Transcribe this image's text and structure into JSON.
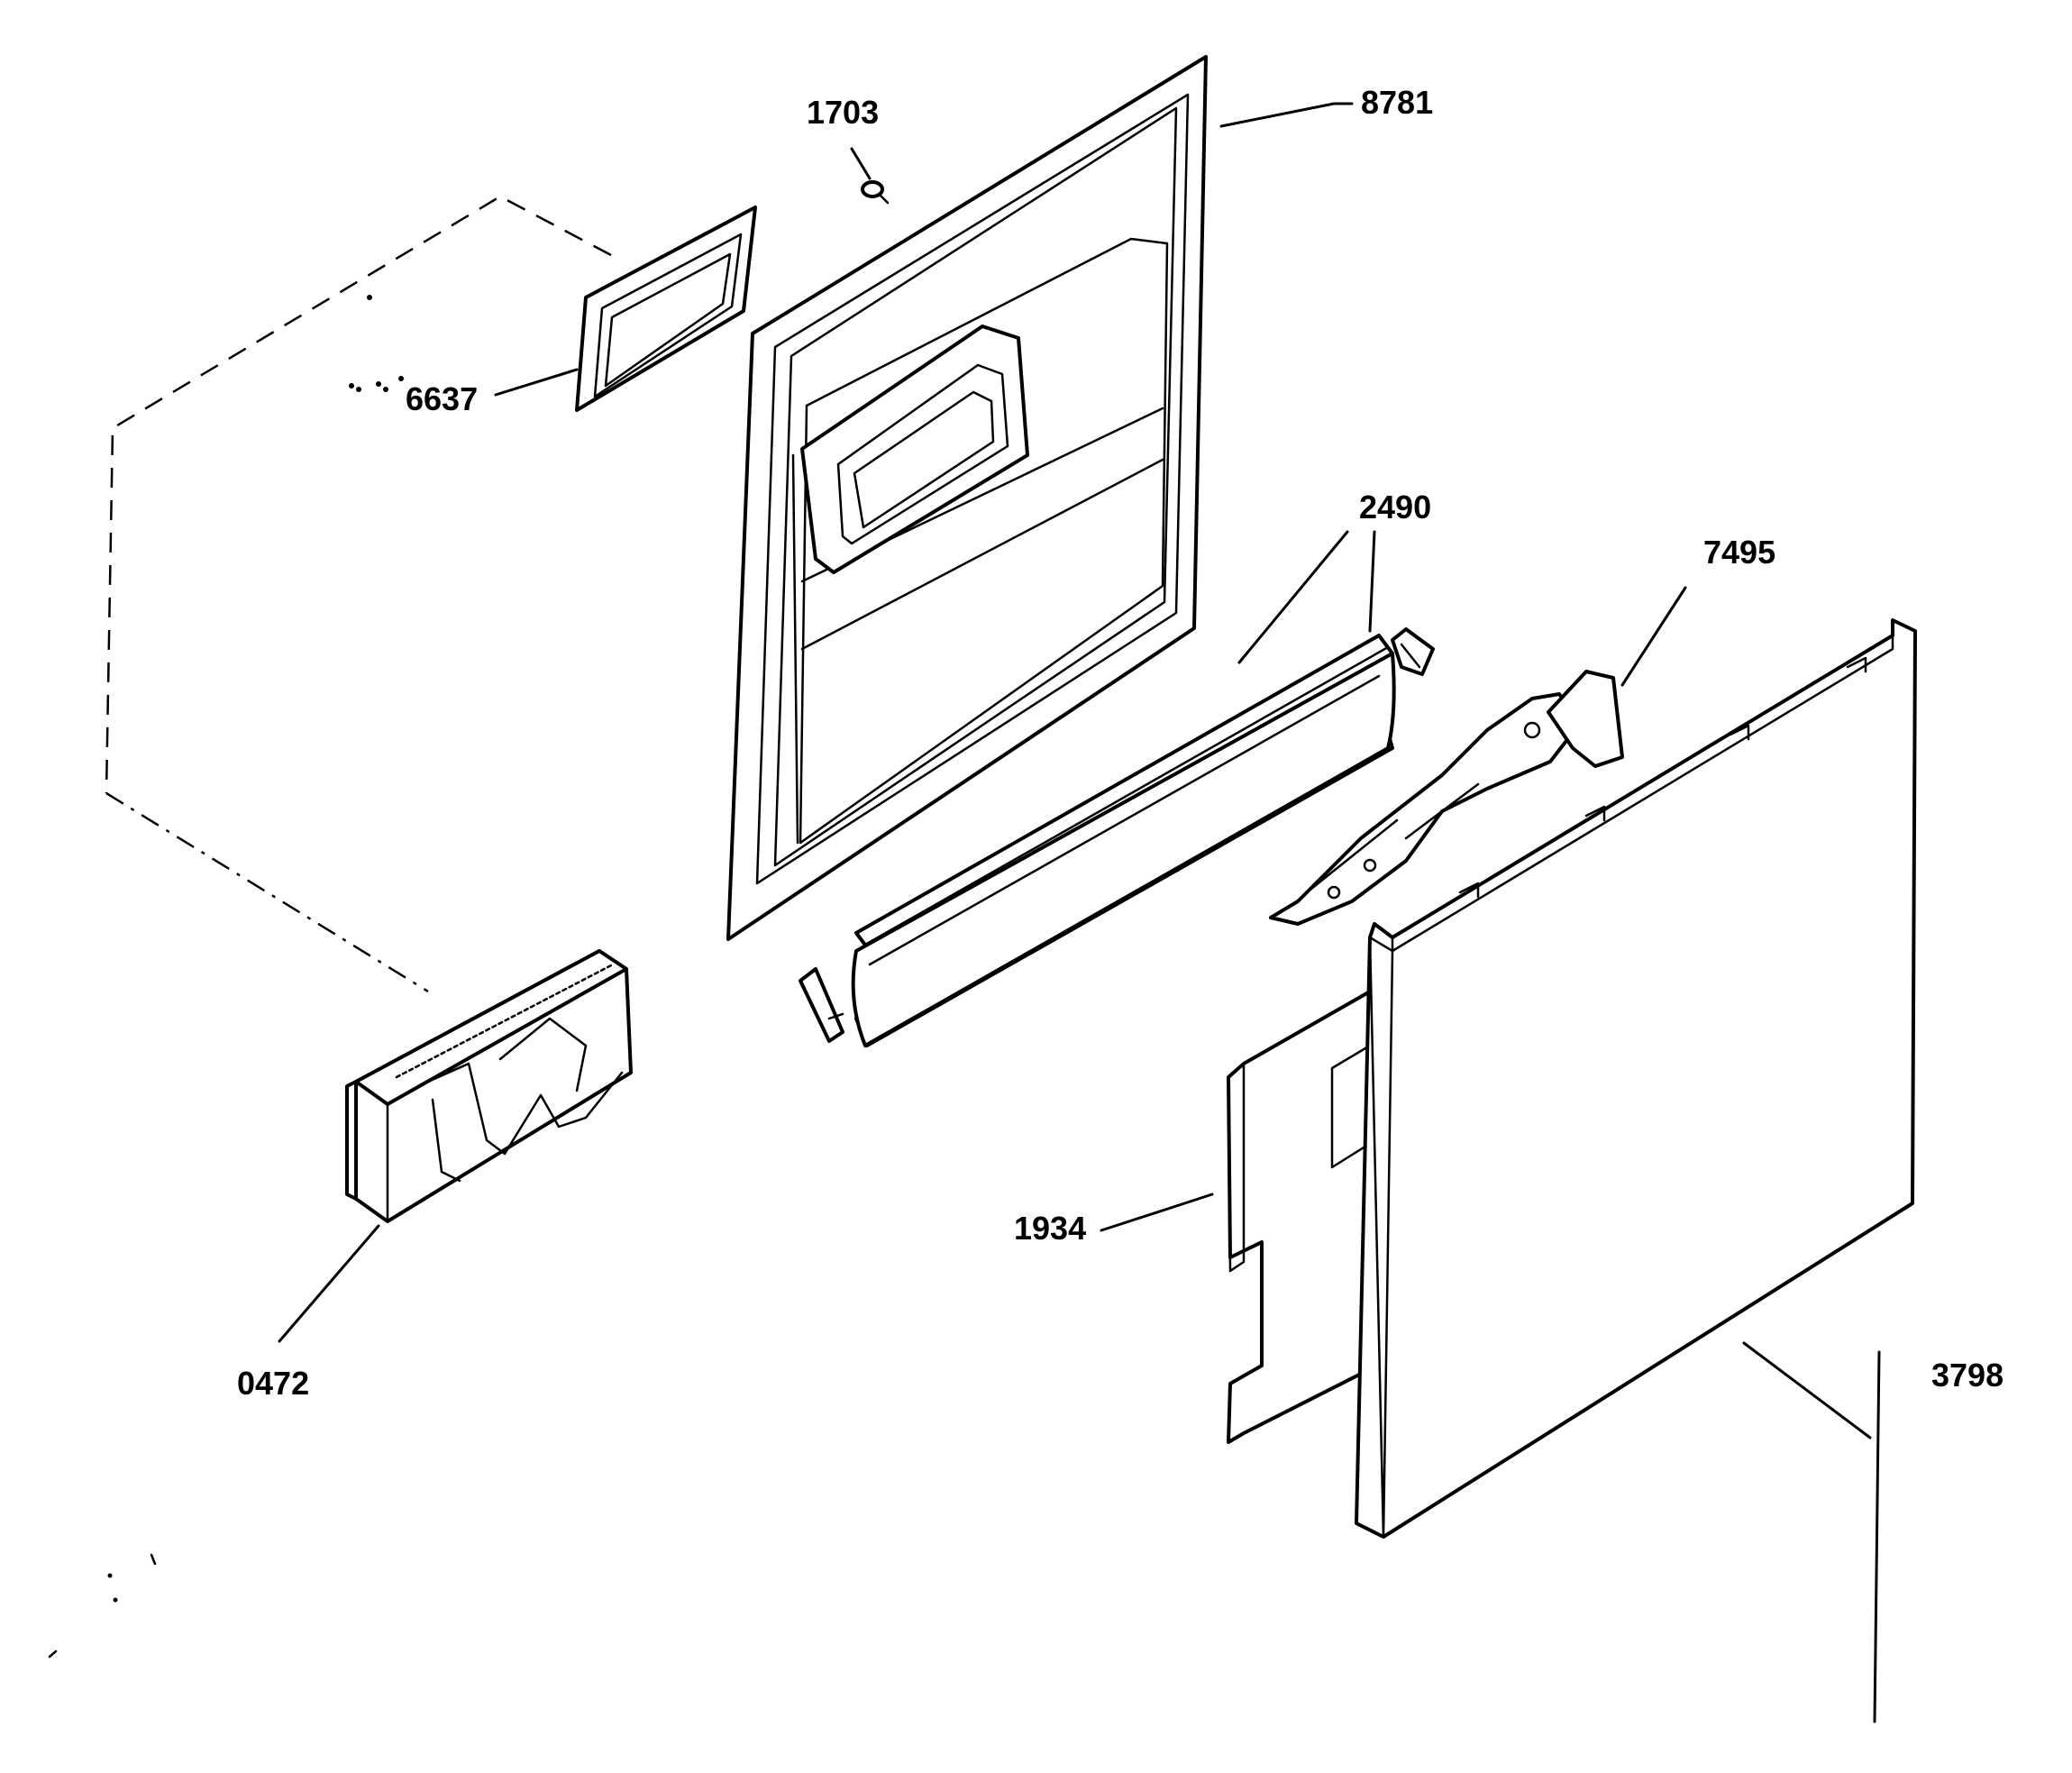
{
  "diagram": {
    "type": "exploded-parts-view",
    "callouts": {
      "p8781": "8781",
      "p1703": "1703",
      "p6637": "6637",
      "p2490": "2490",
      "p7495": "7495",
      "p0472": "0472",
      "p1934": "1934",
      "p3798": "3798"
    }
  }
}
